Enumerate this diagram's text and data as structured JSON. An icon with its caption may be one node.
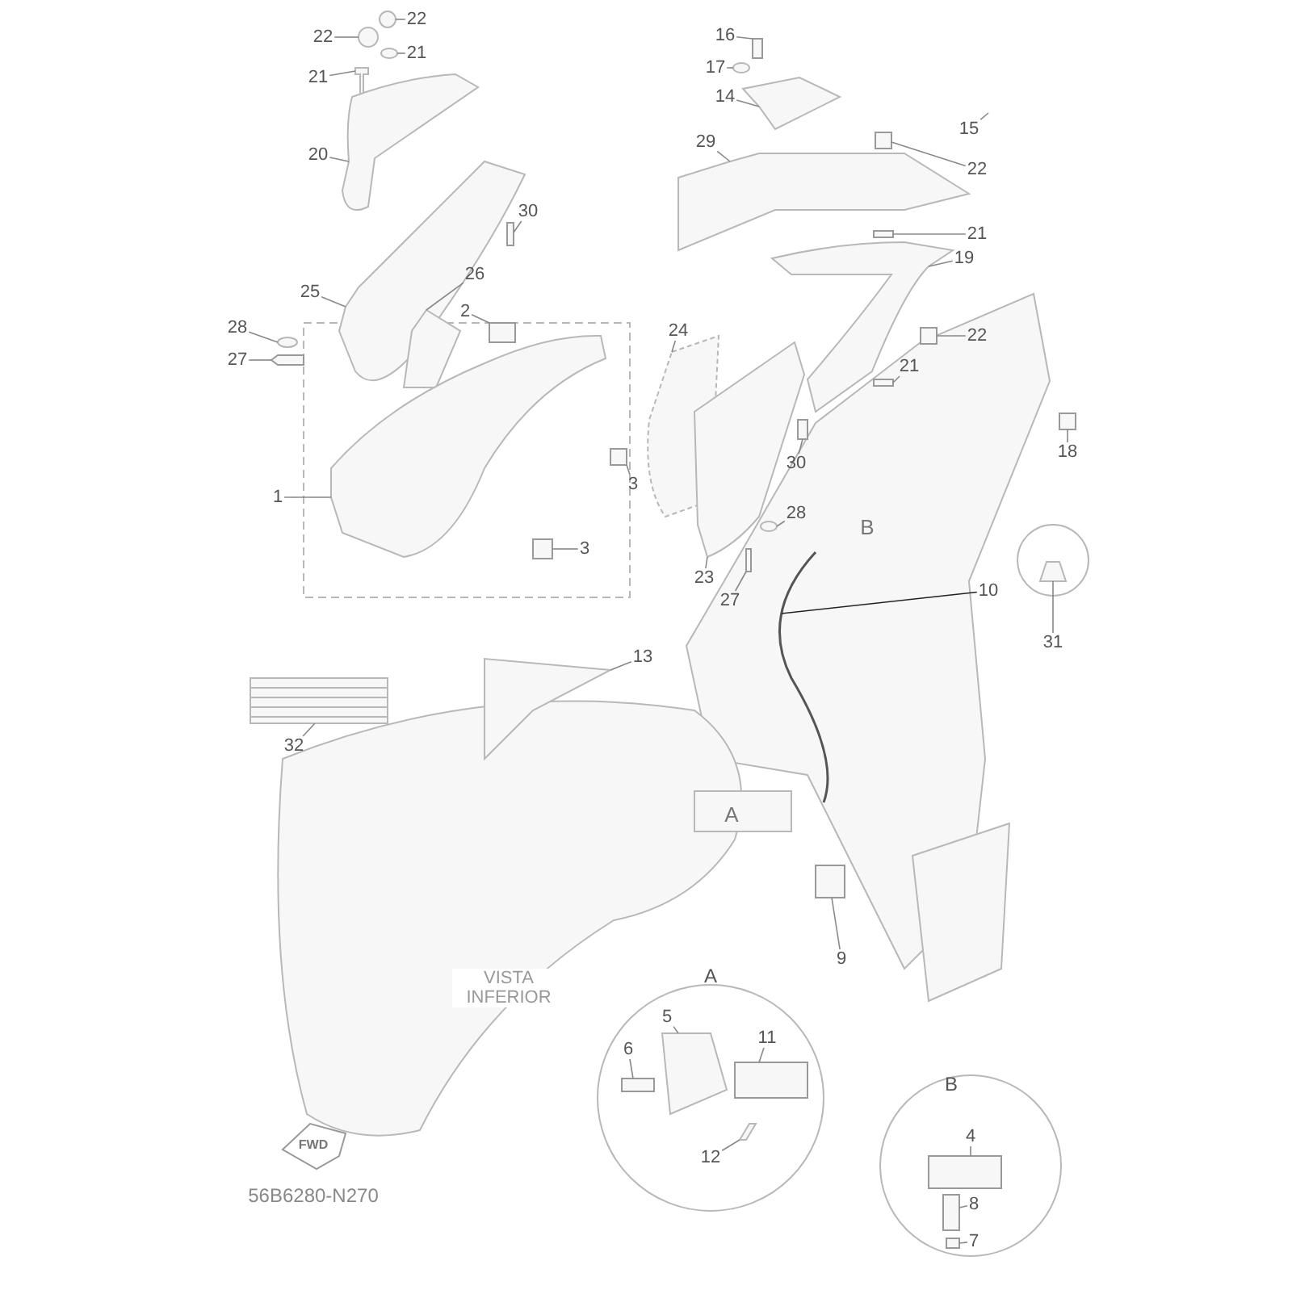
{
  "diagram": {
    "nodes": [
      {
        "text": [
          "22"
        ]
      },
      {
        "text": [
          "22"
        ]
      },
      {
        "text": [
          "21"
        ]
      },
      {
        "text": [
          "21"
        ]
      },
      {
        "text": [
          "20"
        ]
      },
      {
        "text": [
          "30"
        ]
      },
      {
        "text": [
          "25"
        ]
      },
      {
        "text": [
          "26"
        ]
      },
      {
        "text": [
          "2"
        ]
      },
      {
        "text": [
          "28"
        ]
      },
      {
        "text": [
          "27"
        ]
      },
      {
        "text": [
          "1"
        ]
      },
      {
        "text": [
          "3"
        ]
      },
      {
        "text": [
          "3"
        ]
      },
      {
        "text": [
          "24"
        ]
      },
      {
        "text": [
          "16"
        ]
      },
      {
        "text": [
          "17"
        ]
      },
      {
        "text": [
          "14"
        ]
      },
      {
        "text": [
          "15"
        ]
      },
      {
        "text": [
          "29"
        ]
      },
      {
        "text": [
          "22"
        ]
      },
      {
        "text": [
          "21"
        ]
      },
      {
        "text": [
          "19"
        ]
      },
      {
        "text": [
          "22"
        ]
      },
      {
        "text": [
          "21"
        ]
      },
      {
        "text": [
          "30"
        ]
      },
      {
        "text": [
          "28"
        ]
      },
      {
        "text": [
          "23"
        ]
      },
      {
        "text": [
          "27"
        ]
      },
      {
        "text": [
          "18"
        ]
      },
      {
        "text": [
          "31"
        ]
      },
      {
        "text": [
          "10"
        ]
      },
      {
        "text": [
          "13"
        ]
      },
      {
        "text": [
          "32"
        ]
      },
      {
        "text": [
          "9"
        ]
      },
      {
        "text": [
          "5"
        ]
      },
      {
        "text": [
          "11"
        ]
      },
      {
        "text": [
          "6"
        ]
      },
      {
        "text": [
          "12"
        ]
      },
      {
        "text": [
          "4"
        ]
      },
      {
        "text": [
          "8"
        ]
      },
      {
        "text": [
          "7"
        ]
      },
      {
        "text": [],
        "shape": "picture"
      },
      {
        "text": [],
        "shape": "picture"
      },
      {
        "text": [],
        "shape": "picture"
      },
      {
        "text": [],
        "shape": "picture"
      },
      {
        "text": [],
        "shape": "picture"
      },
      {
        "text": [],
        "shape": "box"
      },
      {
        "text": [],
        "shape": "picture"
      },
      {
        "text": [],
        "shape": "picture"
      },
      {
        "text": [],
        "shape": "box"
      },
      {
        "text": [],
        "shape": "picture"
      },
      {
        "text": [],
        "shape": "box"
      },
      {
        "text": [],
        "shape": "picture"
      },
      {
        "text": [],
        "shape": "box"
      },
      {
        "text": [],
        "shape": "box"
      },
      {
        "text": [],
        "shape": "picture"
      },
      {
        "text": [],
        "shape": "box"
      },
      {
        "text": [],
        "shape": "picture"
      },
      {
        "text": [],
        "shape": "picture"
      },
      {
        "text": [],
        "shape": "picture"
      },
      {
        "text": [],
        "shape": "box"
      },
      {
        "text": [],
        "shape": "box"
      },
      {
        "text": [],
        "shape": "picture"
      },
      {
        "text": [],
        "shape": "box"
      },
      {
        "text": [],
        "shape": "box"
      },
      {
        "text": [],
        "shape": "box"
      },
      {
        "text": [],
        "shape": "picture"
      },
      {
        "text": [],
        "shape": "picture"
      },
      {
        "text": [],
        "shape": "box"
      },
      {
        "text": [],
        "shape": "box"
      },
      {
        "text": [],
        "shape": "picture"
      },
      {
        "text": [],
        "shape": "picture"
      },
      {
        "text": [],
        "shape": "picture"
      },
      {
        "text": [],
        "shape": "picture"
      },
      {
        "text": [],
        "shape": "box"
      },
      {
        "text": [],
        "shape": "picture"
      },
      {
        "text": [],
        "shape": "box"
      },
      {
        "text": [],
        "shape": "box"
      },
      {
        "text": [],
        "shape": "picture"
      },
      {
        "text": [],
        "shape": "box"
      },
      {
        "text": [],
        "shape": "box"
      },
      {
        "text": [],
        "shape": "box"
      }
    ],
    "edges": [
      {
        "from": 0,
        "to": 42,
        "arrow": "none"
      },
      {
        "from": 1,
        "to": 43,
        "arrow": "none"
      },
      {
        "from": 2,
        "to": 44,
        "arrow": "none"
      },
      {
        "from": 3,
        "to": 45,
        "arrow": "none"
      },
      {
        "from": 4,
        "to": 46,
        "arrow": "none"
      },
      {
        "from": 5,
        "to": 47,
        "arrow": "none"
      },
      {
        "from": 6,
        "to": 48,
        "arrow": "none"
      },
      {
        "from": 7,
        "to": 49,
        "arrow": "none"
      },
      {
        "from": 8,
        "to": 50,
        "arrow": "none"
      },
      {
        "from": 9,
        "to": 51,
        "arrow": "none"
      },
      {
        "from": 10,
        "to": 52,
        "arrow": "none"
      },
      {
        "from": 11,
        "to": 53,
        "arrow": "none"
      },
      {
        "from": 12,
        "to": 54,
        "arrow": "none"
      },
      {
        "from": 13,
        "to": 55,
        "arrow": "none"
      },
      {
        "from": 14,
        "to": 56,
        "arrow": "none"
      },
      {
        "from": 15,
        "to": 57,
        "arrow": "none"
      },
      {
        "from": 16,
        "to": 58,
        "arrow": "none"
      },
      {
        "from": 17,
        "to": 59,
        "arrow": "none"
      },
      {
        "from": 18,
        "to": null,
        "arrow": "none"
      },
      {
        "from": 19,
        "to": 60,
        "arrow": "none"
      },
      {
        "from": 20,
        "to": 61,
        "arrow": "none"
      },
      {
        "from": 21,
        "to": 62,
        "arrow": "none"
      },
      {
        "from": 22,
        "to": 63,
        "arrow": "none"
      },
      {
        "from": 23,
        "to": 64,
        "arrow": "none"
      },
      {
        "from": 24,
        "to": 65,
        "arrow": "none"
      },
      {
        "from": 25,
        "to": 66,
        "arrow": "none"
      },
      {
        "from": 26,
        "to": 67,
        "arrow": "none"
      },
      {
        "from": 27,
        "to": 68,
        "arrow": "none"
      },
      {
        "from": 28,
        "to": 69,
        "arrow": "none"
      },
      {
        "from": 29,
        "to": 70,
        "arrow": "none"
      },
      {
        "from": 30,
        "to": 71,
        "arrow": "none"
      },
      {
        "from": 31,
        "to": 72,
        "arrow": "none",
        "color": "#222222"
      },
      {
        "from": 32,
        "to": 73,
        "arrow": "none"
      },
      {
        "from": 33,
        "to": 74,
        "arrow": "none"
      },
      {
        "from": 34,
        "to": 75,
        "arrow": "none"
      },
      {
        "from": 35,
        "to": 76,
        "arrow": "none"
      },
      {
        "from": 36,
        "to": 77,
        "arrow": "none"
      },
      {
        "from": 37,
        "to": 78,
        "arrow": "none"
      },
      {
        "from": 38,
        "to": 79,
        "arrow": "none"
      },
      {
        "from": 39,
        "to": 80,
        "arrow": "none"
      },
      {
        "from": 40,
        "to": 81,
        "arrow": "none"
      },
      {
        "from": 41,
        "to": 82,
        "arrow": "none"
      }
    ],
    "labels": [
      "B",
      "A",
      "A",
      "VISTA INFERIOR",
      "B",
      "FWD",
      "56B6280-N270"
    ]
  }
}
